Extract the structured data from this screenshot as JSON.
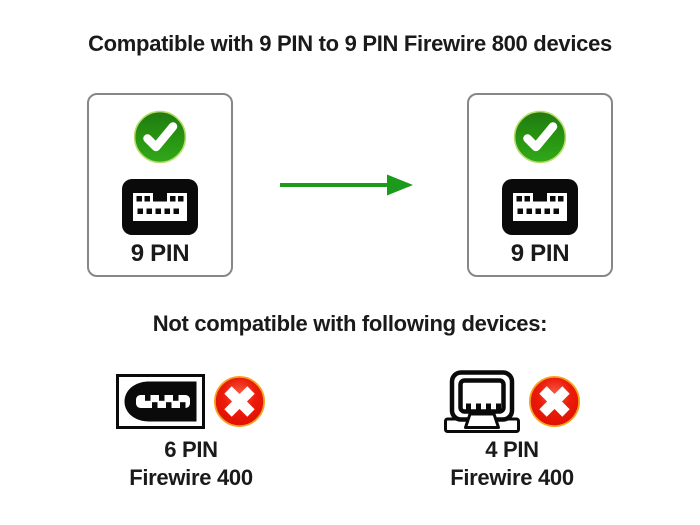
{
  "compatible_section": {
    "heading": "Compatible with 9 PIN to 9 PIN Firewire 800 devices",
    "source_device": {
      "label": "9 PIN"
    },
    "target_device": {
      "label": "9 PIN"
    },
    "arrow_direction": "right"
  },
  "incompatible_section": {
    "heading": "Not compatible with following devices:",
    "devices": [
      {
        "pin_label": "6 PIN",
        "type_label": "Firewire 400"
      },
      {
        "pin_label": "4 PIN",
        "type_label": "Firewire 400"
      }
    ]
  },
  "icons": {
    "status_ok": "green-check-circle",
    "status_no": "red-cross-circle",
    "arrow": "green-right-arrow",
    "source_connector": "firewire-800-9-pin-port",
    "target_connector": "firewire-800-9-pin-port",
    "incompatible_connectors": [
      "firewire-400-6-pin-plug",
      "firewire-400-4-pin-port"
    ]
  },
  "colors": {
    "background": "#ffffff",
    "text": "#1a1a1a",
    "check_green": "#279114",
    "check_green_dark": "#1f7a12",
    "check_rim": "#b7dc66",
    "arrow_green": "#1b9a1b",
    "cross_red": "#e81505",
    "cross_red_light": "#f55c45",
    "cross_rim": "#f5a31f",
    "connector_black": "#0a0a0a",
    "card_border": "#878787"
  }
}
